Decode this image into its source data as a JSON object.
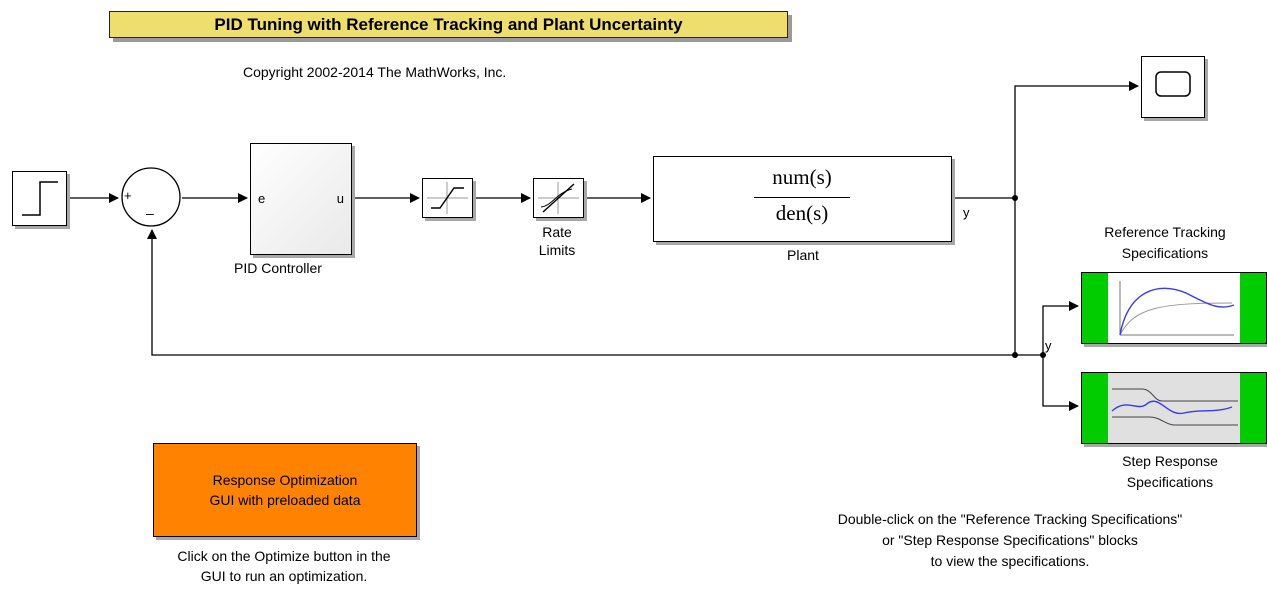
{
  "title": "PID Tuning with Reference Tracking and Plant Uncertainty",
  "copyright": "Copyright 2002-2014 The MathWorks, Inc.",
  "sum": {
    "plus": "+",
    "minus": "–"
  },
  "pid": {
    "label": "PID Controller",
    "in_port": "e",
    "out_port": "u"
  },
  "rate_limits": {
    "line1": "Rate",
    "line2": "Limits"
  },
  "plant": {
    "label": "Plant",
    "numerator": "num(s)",
    "denominator": "den(s)",
    "out_port": "y"
  },
  "signal_y": "y",
  "ref_tracking": {
    "line1": "Reference Tracking",
    "line2": "Specifications"
  },
  "step_response": {
    "line1": "Step Response",
    "line2": "Specifications"
  },
  "response_opt": {
    "line1": "Response Optimization",
    "line2": "GUI with preloaded data",
    "color": "#ff8300"
  },
  "opt_note": {
    "line1": "Click on the Optimize button in the",
    "line2": "GUI to run an optimization."
  },
  "spec_note": {
    "line1": "Double-click on the \"Reference Tracking Specifications\"",
    "line2": "or \"Step Response Specifications\" blocks",
    "line3": "to view the specifications."
  },
  "colors": {
    "title_bg": "#eede6e",
    "spec_green": "#00cc00",
    "curve_blue": "#3a3af0"
  },
  "icons": [
    "step-source-icon",
    "saturation-icon",
    "rate-limiter-icon",
    "scope-icon"
  ]
}
